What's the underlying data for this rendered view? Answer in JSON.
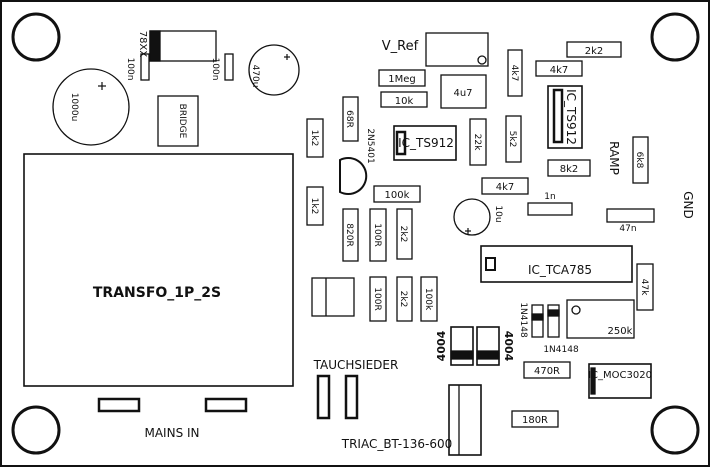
{
  "board": {
    "transformer": "TRANSFO_1P_2S",
    "mains": "MAINS IN",
    "heater": "TAUCHSIEDER",
    "triac": "TRIAC_BT-136-600",
    "gnd": "GND",
    "ramp": "RAMP",
    "vref": "V_Ref",
    "bridge": "BRIDGE",
    "regulator": "78XX"
  },
  "ics": {
    "ts912_a": "IC_TS912",
    "ts912_b": "IC_TS912",
    "tca785": "IC_TCA785",
    "moc3020": "IC_MOC3020"
  },
  "parts": {
    "c_100n_a": "100n",
    "c_100n_b": "100n",
    "c_1000u": "1000u",
    "c_470u": "470u",
    "c_10u": "10u",
    "c_4u7": "4u7",
    "c_1n": "1n",
    "c_47n": "47n",
    "r_1meg": "1Meg",
    "r_10k": "10k",
    "r_2k2_top": "2k2",
    "r_4k7_a": "4k7",
    "r_4k7_b": "4k7",
    "r_4k7_c": "4k7",
    "r_68r": "68R",
    "r_1k2_a": "1k2",
    "r_1k2_b": "1k2",
    "q_2n5401": "2N5401",
    "r_22k": "22k",
    "r_5k2": "5k2",
    "r_8k2": "8k2",
    "r_6k8": "6k8",
    "r_100k_a": "100k",
    "r_820r": "820R",
    "r_100r_a": "100R",
    "r_2k2_mid": "2k2",
    "r_100r_b": "100R",
    "r_2k2_low": "2k2",
    "r_100k_b": "100k",
    "r_47k": "47k",
    "d_1n4148_a": "1N4148",
    "d_1n4148_b": "1N4148",
    "pot_250k": "250k",
    "d_4004_a": "4004",
    "d_4004_b": "4004",
    "r_470r": "470R",
    "r_180r": "180R"
  }
}
